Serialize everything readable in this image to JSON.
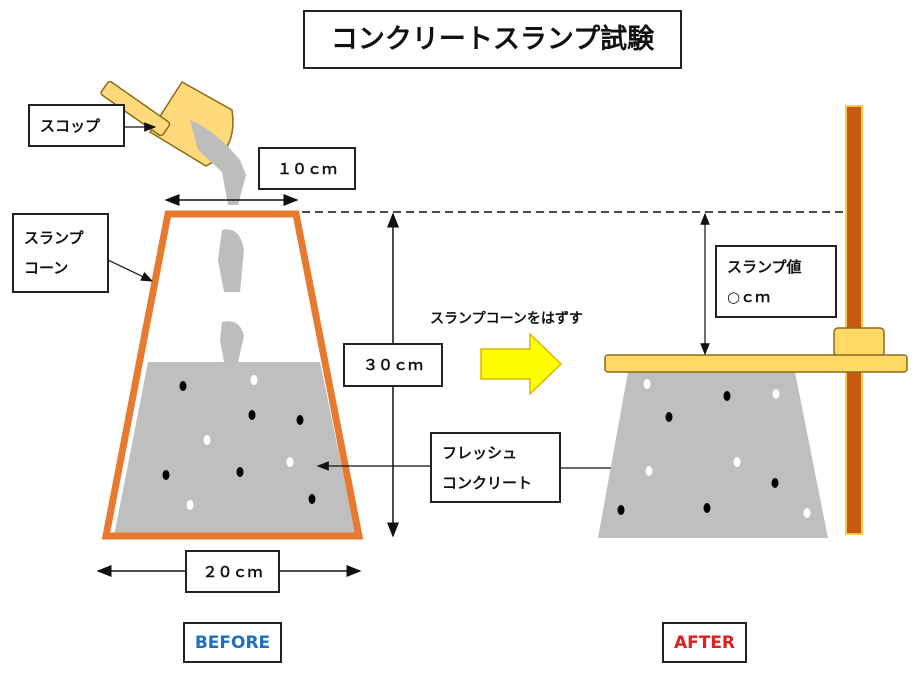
{
  "title": "コンクリートスランプ試験",
  "labels": {
    "scoop": "スコップ",
    "top_width": "１０ｃｍ",
    "cone_line1": "スランプ",
    "cone_line2": "コーン",
    "height": "３０ｃｍ",
    "remove_cone": "スランプコーンをはずす",
    "concrete_line1": "フレッシュ",
    "concrete_line2": "コンクリート",
    "bottom_width": "２０ｃｍ",
    "slump_line1": "スランプ値",
    "slump_line2": "○ｃｍ",
    "before": "BEFORE",
    "after": "AFTER"
  },
  "colors": {
    "cone": "#E87A30",
    "concrete": "#BFBFBF",
    "plate": "#FFD966",
    "pole": "#C55A11",
    "arrow": "#FFFF00",
    "before": "#1F6FBF",
    "after": "#E02020"
  }
}
